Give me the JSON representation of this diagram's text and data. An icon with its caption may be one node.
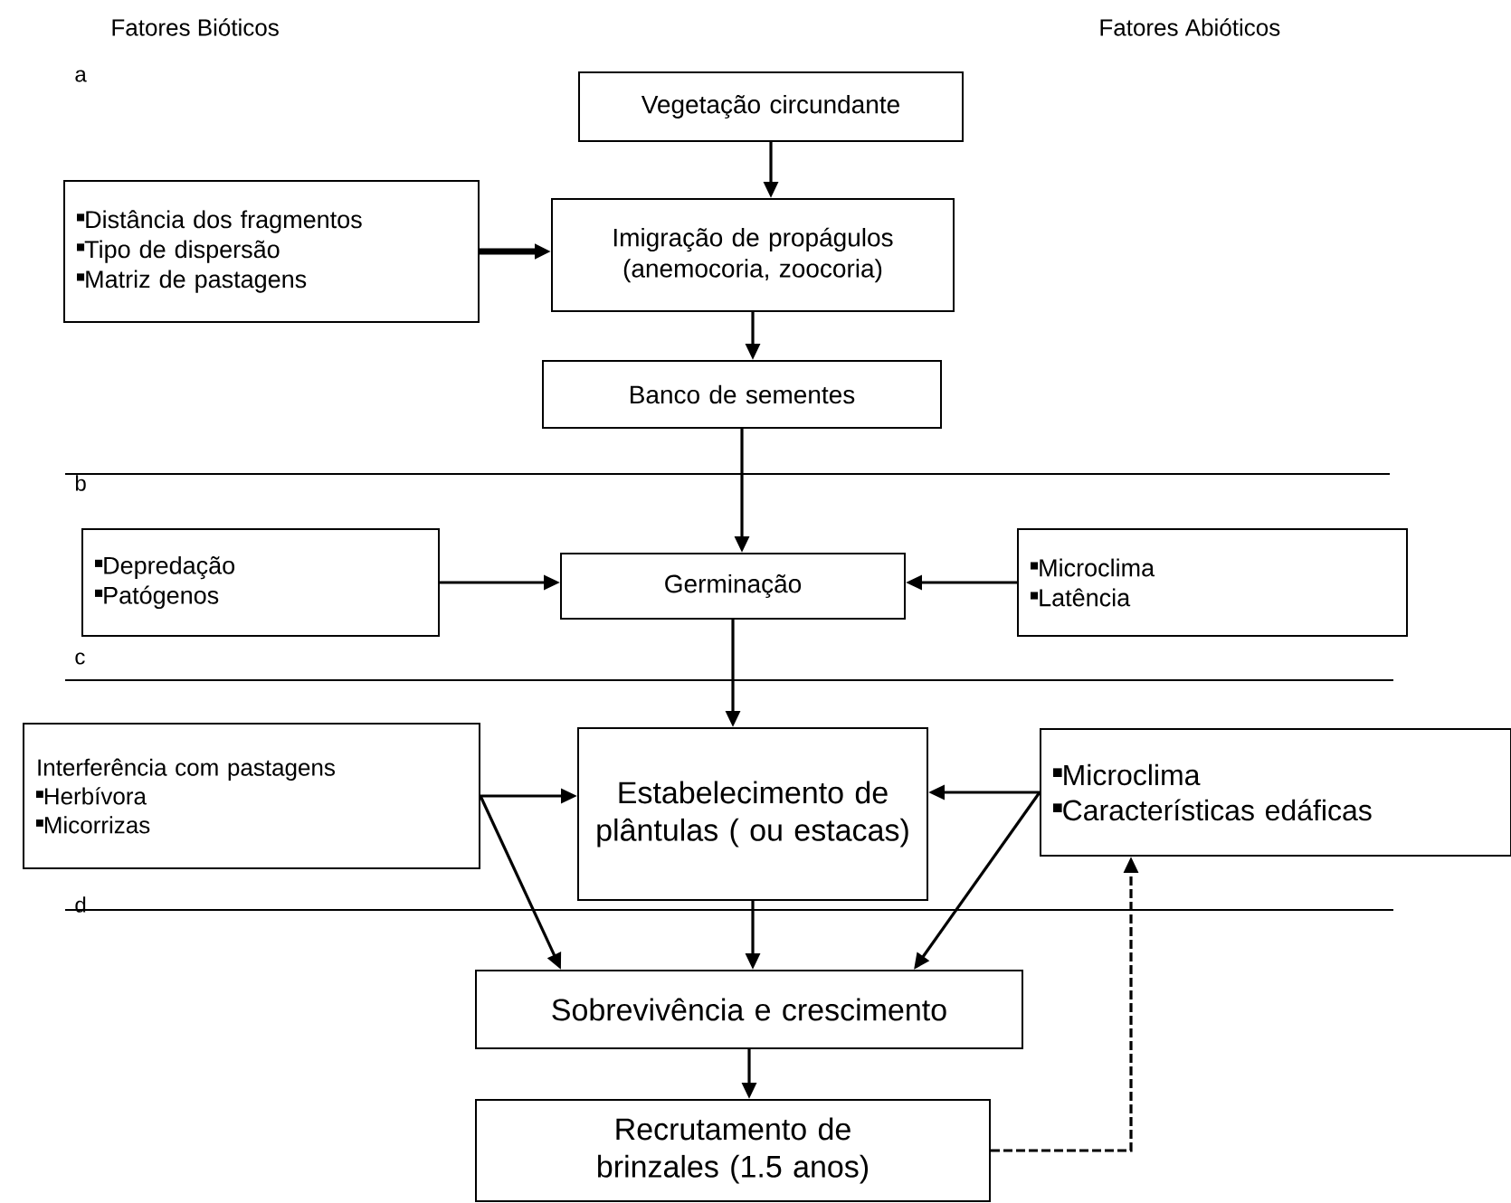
{
  "diagram": {
    "nodes": [
      {
        "text": [
          "Vegetação circundante"
        ]
      },
      {
        "text": [
          "Distância dos fragmentos",
          "Tipo de dispersão",
          "Matriz de pastagens"
        ]
      },
      {
        "text": [
          "Imigração de propágulos (anemocoria, zoocoria)"
        ]
      },
      {
        "text": [
          "Banco de sementes"
        ]
      },
      {
        "text": [
          "Depredação",
          "Patógenos"
        ]
      },
      {
        "text": [
          "Germinação"
        ]
      },
      {
        "text": [
          "Microclima",
          "Latência"
        ]
      },
      {
        "text": [
          "Interferência com pastagens",
          "Herbívora",
          "Micorrizas"
        ]
      },
      {
        "text": [
          "Estabelecimento de plântulas ( ou estacas)"
        ]
      },
      {
        "text": [
          "Microclima",
          "Características edáficas"
        ]
      },
      {
        "text": [
          "Sobrevivência e crescimento"
        ]
      },
      {
        "text": [
          "Recrutamento de brinzales (1.5 anos)"
        ]
      }
    ],
    "edges": [
      {
        "from": 0,
        "to": 2,
        "arrow": "to"
      },
      {
        "from": 1,
        "to": 2,
        "arrow": "to",
        "style": "thick"
      },
      {
        "from": 2,
        "to": 3,
        "arrow": "to"
      },
      {
        "from": 3,
        "to": 5,
        "arrow": "to"
      },
      {
        "from": 4,
        "to": 5,
        "arrow": "to"
      },
      {
        "from": 6,
        "to": 5,
        "arrow": "to"
      },
      {
        "from": 5,
        "to": 8,
        "arrow": "to"
      },
      {
        "from": 7,
        "to": 8,
        "arrow": "to"
      },
      {
        "from": 7,
        "to": 10,
        "arrow": "to"
      },
      {
        "from": 9,
        "to": 8,
        "arrow": "to"
      },
      {
        "from": 9,
        "to": 10,
        "arrow": "to"
      },
      {
        "from": 8,
        "to": 10,
        "arrow": "to"
      },
      {
        "from": 10,
        "to": 11,
        "arrow": "to"
      },
      {
        "from": 11,
        "to": 9,
        "arrow": "to",
        "style": "dashed"
      }
    ],
    "labels": [
      "Fatores Bióticos",
      "Fatores Abióticos",
      "a",
      "b",
      "c",
      "d"
    ]
  }
}
